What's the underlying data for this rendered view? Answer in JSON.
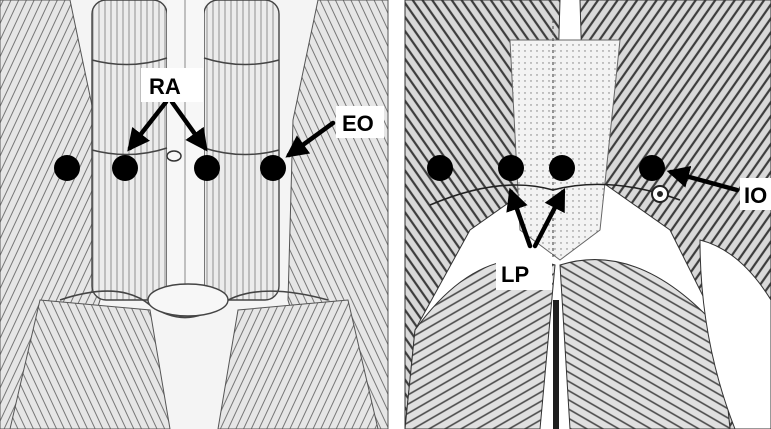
{
  "panels": [
    {
      "name": "front-abdomen",
      "view": "anterior"
    },
    {
      "name": "back-lumbar",
      "view": "posterior"
    }
  ],
  "labels": {
    "ra": "RA",
    "eo": "EO",
    "io": "IO",
    "lp": "LP"
  },
  "colors": {
    "ink": "#000000",
    "paper": "#ffffff",
    "muscle_light": "#e9e9e9",
    "muscle_line": "#555555",
    "shadow": "#3a3a3a"
  },
  "electrode_count": 8
}
